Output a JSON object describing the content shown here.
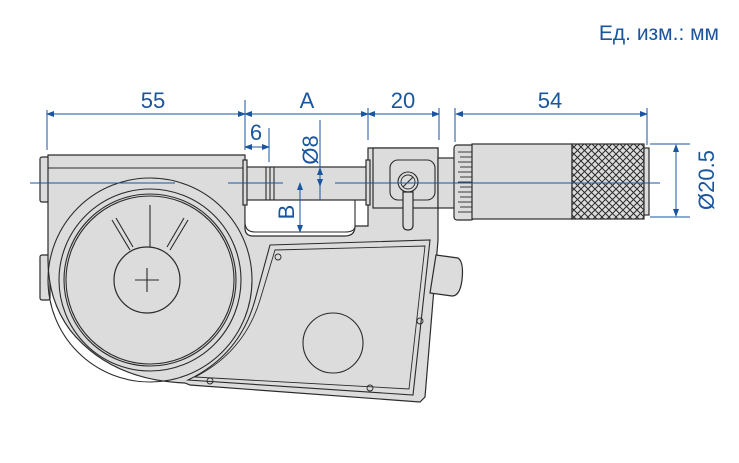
{
  "units_label": "Ед. изм.: мм",
  "dimensions": {
    "frame_length": "55",
    "gap_A": "A",
    "spindle_offset": "6",
    "spindle_diameter": "Ø8",
    "depth_B": "B",
    "sleeve_length": "20",
    "thimble_length": "54",
    "thimble_diameter": "Ø20.5"
  },
  "colors": {
    "dimension": "#1a55a0",
    "body": "#dcdcdc",
    "outline": "#2b2b2b"
  }
}
